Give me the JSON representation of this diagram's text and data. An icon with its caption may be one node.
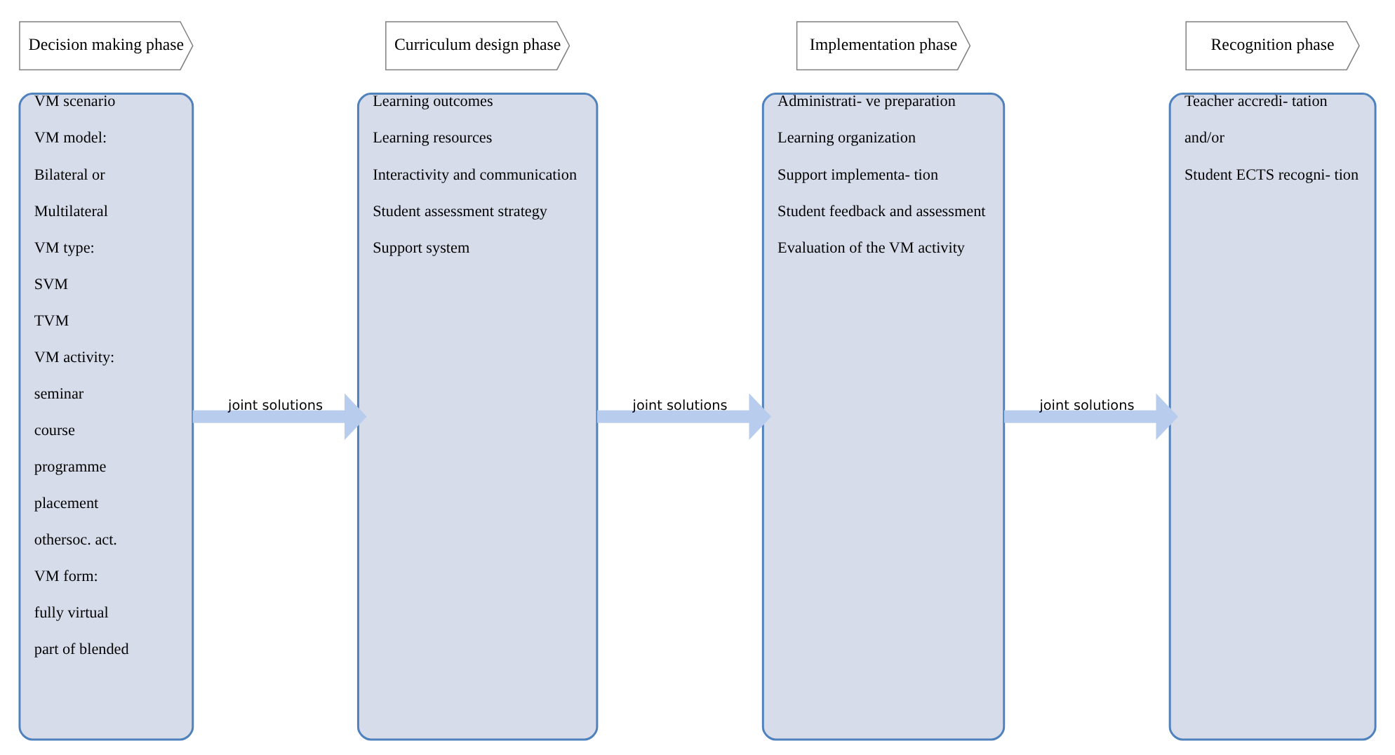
{
  "diagram": {
    "nodes": [
      {
        "text": [
          "Decision making phase"
        ]
      },
      {
        "text": [
          "VM scenario",
          "VM model:",
          "Bilateral or",
          "Multilateral",
          "VM type:",
          "SVM",
          "TVM",
          "VM activity:",
          "seminar",
          "course",
          "programme",
          "placement",
          "othersoc. act.",
          "VM form:",
          "fully virtual",
          "part of blended"
        ]
      },
      {
        "text": [
          "Curriculum design phase"
        ]
      },
      {
        "text": [
          "Learning outcomes",
          "Learning resources",
          "Interactivity and communication",
          "Student assessment strategy",
          "Support system"
        ]
      },
      {
        "text": [
          "Implementation phase"
        ]
      },
      {
        "text": [
          "Administrati- ve preparation",
          "Learning organization",
          "Support implementa- tion",
          "Student feedback and assessment",
          "Evaluation of the VM activity"
        ]
      },
      {
        "text": [
          "Recognition phase"
        ]
      },
      {
        "text": [
          "Teacher accredi- tation",
          "and/or",
          "Student ECTS recogni- tion"
        ]
      }
    ],
    "edges": [
      {
        "from": 1,
        "to": 3,
        "arrow": "to",
        "label": "joint solutions"
      },
      {
        "from": 3,
        "to": 5,
        "arrow": "to",
        "label": "joint solutions"
      },
      {
        "from": 5,
        "to": 7,
        "arrow": "to",
        "label": "joint solutions"
      }
    ]
  }
}
